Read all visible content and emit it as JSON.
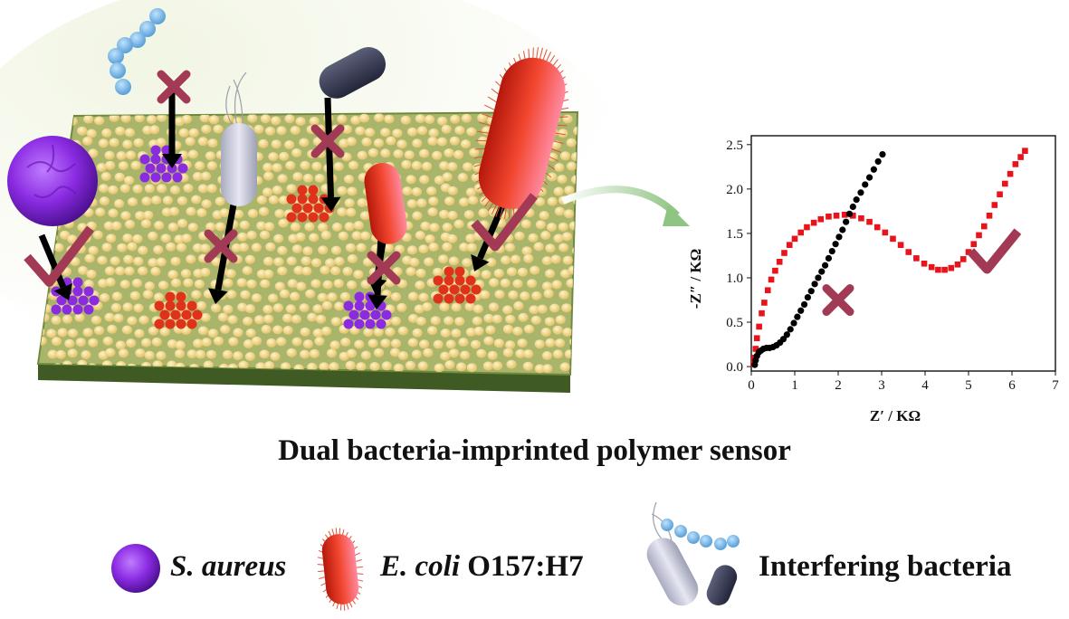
{
  "caption": "Dual bacteria-imprinted polymer sensor",
  "legend": {
    "item1_label": "S. aureus",
    "item2_italic": "E. coli",
    "item2_rest": " O157:H7",
    "item3_label": "Interfering bacteria"
  },
  "colors": {
    "s_aureus": "#8a2be2",
    "e_coli": "#e0311b",
    "mark": "#a23a55",
    "substrate": "#a9b56b",
    "bead": "#f3d98b"
  },
  "chart_data": {
    "type": "scatter",
    "xlabel": "Z′ / KΩ",
    "ylabel": "-Z″ / KΩ",
    "xlim": [
      0,
      7
    ],
    "ylim": [
      -0.05,
      2.6
    ],
    "xticks": [
      "0",
      "1",
      "2",
      "3",
      "4",
      "5",
      "6",
      "7"
    ],
    "yticks": [
      "0.0",
      "0.5",
      "1.0",
      "1.5",
      "2.0",
      "2.5"
    ],
    "series": [
      {
        "color": "#e8131b",
        "marker": "square",
        "points": [
          [
            0.05,
            0.03
          ],
          [
            0.07,
            0.1
          ],
          [
            0.1,
            0.2
          ],
          [
            0.13,
            0.32
          ],
          [
            0.18,
            0.45
          ],
          [
            0.24,
            0.6
          ],
          [
            0.3,
            0.72
          ],
          [
            0.38,
            0.86
          ],
          [
            0.46,
            0.98
          ],
          [
            0.55,
            1.08
          ],
          [
            0.65,
            1.18
          ],
          [
            0.76,
            1.28
          ],
          [
            0.88,
            1.37
          ],
          [
            1.0,
            1.44
          ],
          [
            1.14,
            1.51
          ],
          [
            1.28,
            1.57
          ],
          [
            1.44,
            1.62
          ],
          [
            1.6,
            1.66
          ],
          [
            1.78,
            1.69
          ],
          [
            1.96,
            1.7
          ],
          [
            2.15,
            1.71
          ],
          [
            2.34,
            1.7
          ],
          [
            2.53,
            1.67
          ],
          [
            2.72,
            1.63
          ],
          [
            2.9,
            1.57
          ],
          [
            3.08,
            1.51
          ],
          [
            3.26,
            1.44
          ],
          [
            3.44,
            1.37
          ],
          [
            3.62,
            1.29
          ],
          [
            3.8,
            1.22
          ],
          [
            3.98,
            1.16
          ],
          [
            4.15,
            1.12
          ],
          [
            4.3,
            1.09
          ],
          [
            4.45,
            1.09
          ],
          [
            4.6,
            1.11
          ],
          [
            4.75,
            1.15
          ],
          [
            4.88,
            1.21
          ],
          [
            5.0,
            1.29
          ],
          [
            5.12,
            1.38
          ],
          [
            5.24,
            1.48
          ],
          [
            5.36,
            1.58
          ],
          [
            5.48,
            1.7
          ],
          [
            5.6,
            1.82
          ],
          [
            5.72,
            1.94
          ],
          [
            5.84,
            2.06
          ],
          [
            5.96,
            2.17
          ],
          [
            6.08,
            2.28
          ],
          [
            6.2,
            2.36
          ],
          [
            6.3,
            2.43
          ]
        ]
      },
      {
        "color": "#000000",
        "marker": "circle",
        "points": [
          [
            0.08,
            0.02
          ],
          [
            0.1,
            0.07
          ],
          [
            0.13,
            0.12
          ],
          [
            0.17,
            0.16
          ],
          [
            0.22,
            0.18
          ],
          [
            0.28,
            0.2
          ],
          [
            0.35,
            0.21
          ],
          [
            0.42,
            0.21
          ],
          [
            0.5,
            0.22
          ],
          [
            0.58,
            0.24
          ],
          [
            0.66,
            0.27
          ],
          [
            0.74,
            0.31
          ],
          [
            0.82,
            0.36
          ],
          [
            0.9,
            0.42
          ],
          [
            0.98,
            0.49
          ],
          [
            1.06,
            0.56
          ],
          [
            1.14,
            0.63
          ],
          [
            1.22,
            0.7
          ],
          [
            1.3,
            0.78
          ],
          [
            1.38,
            0.85
          ],
          [
            1.46,
            0.93
          ],
          [
            1.54,
            1.0
          ],
          [
            1.62,
            1.07
          ],
          [
            1.7,
            1.14
          ],
          [
            1.78,
            1.22
          ],
          [
            1.86,
            1.3
          ],
          [
            1.94,
            1.38
          ],
          [
            2.02,
            1.46
          ],
          [
            2.1,
            1.54
          ],
          [
            2.18,
            1.63
          ],
          [
            2.26,
            1.72
          ],
          [
            2.34,
            1.8
          ],
          [
            2.42,
            1.88
          ],
          [
            2.52,
            1.96
          ],
          [
            2.62,
            2.05
          ],
          [
            2.72,
            2.13
          ],
          [
            2.82,
            2.22
          ],
          [
            2.92,
            2.31
          ],
          [
            3.02,
            2.39
          ]
        ]
      }
    ]
  }
}
